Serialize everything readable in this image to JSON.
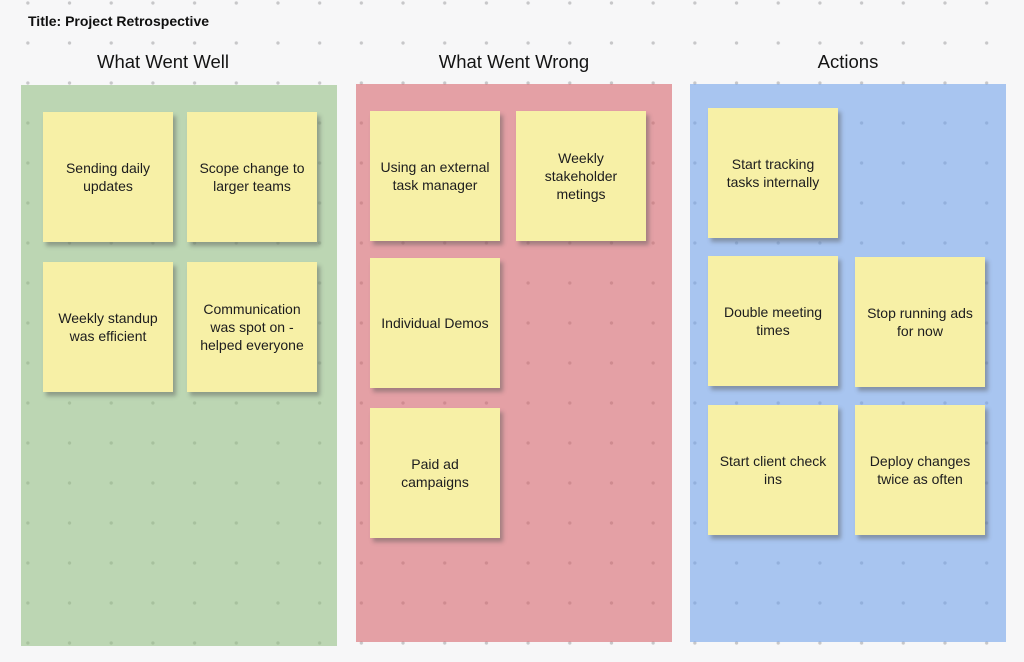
{
  "board": {
    "title": "Title: Project Retrospective",
    "colors": {
      "background": "#f7f7f8",
      "grid_dot": "#c7c7c9",
      "sticky_note": "#f7f0a6",
      "note_shadow": "#555555",
      "column_well": "#bcd6b2",
      "column_wrong": "#e5a0a4",
      "column_actions": "#a7c4f0",
      "text": "#1c1c1e"
    }
  },
  "columns": [
    {
      "title": "What Went Well",
      "notes": [
        "Sending daily updates",
        "Scope change to larger teams",
        "Weekly standup was efficient",
        "Communication was spot on - helped everyone"
      ]
    },
    {
      "title": "What Went Wrong",
      "notes": [
        "Using an external task manager",
        "Weekly stakeholder metings",
        "Individual Demos",
        "Paid ad campaigns"
      ]
    },
    {
      "title": "Actions",
      "notes": [
        "Start tracking tasks internally",
        "Double meeting times",
        "Stop running ads for now",
        "Start client check ins",
        "Deploy changes twice as often"
      ]
    }
  ]
}
